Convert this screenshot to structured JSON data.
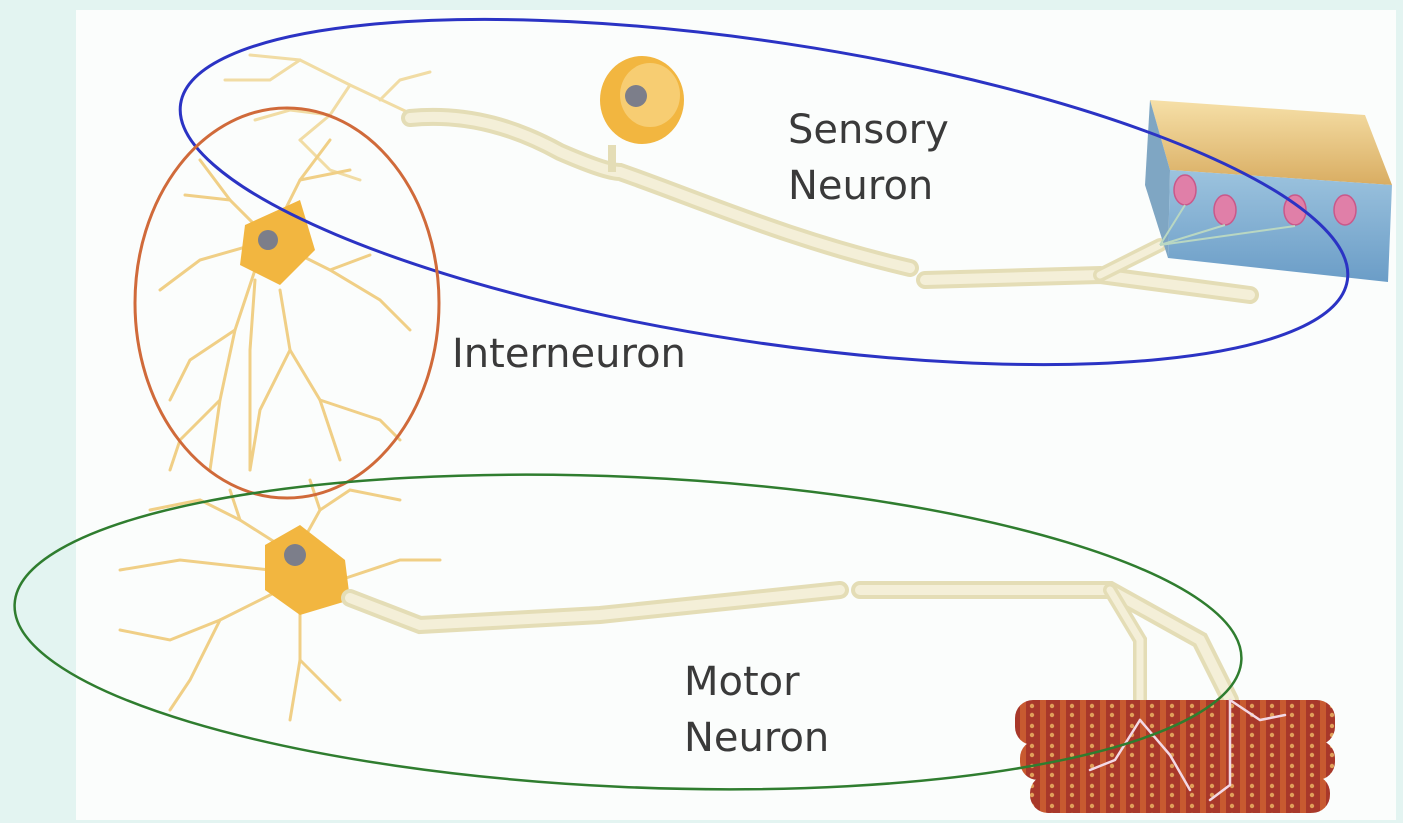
{
  "diagram": {
    "labels": {
      "sensory": [
        "Sensory",
        "Neuron"
      ],
      "interneuron": "Interneuron",
      "motor": [
        "Motor",
        "Neuron"
      ]
    },
    "colors": {
      "background": "#e3f4f1",
      "panel": "#fbfdfc",
      "sensory_outline": "#2b33c4",
      "interneuron_outline": "#d06a3a",
      "motor_outline": "#2f7d2f",
      "neuron_body": "#f2b640",
      "dendrite": "#f0cf86",
      "axon": "#ece6c5",
      "nucleus": "#7c7e8a",
      "skin_top": "#ecc98f",
      "skin_side": "#86b4d6",
      "receptor": "#e07fa8",
      "muscle": "#a83a2a"
    },
    "icons": [
      "sensory-neuron-icon",
      "interneuron-icon",
      "motor-neuron-icon",
      "skin-block-icon",
      "muscle-fiber-icon"
    ]
  }
}
